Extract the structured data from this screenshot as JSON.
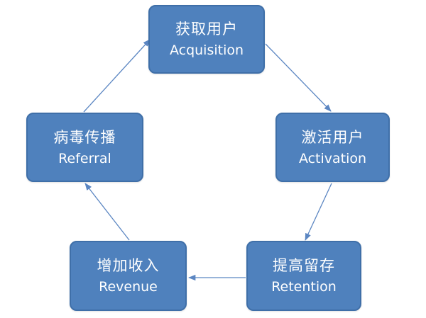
{
  "diagram": {
    "nodes": [
      {
        "id": "acquisition",
        "zh": "获取用户",
        "en": "Acquisition"
      },
      {
        "id": "activation",
        "zh": "激活用户",
        "en": "Activation"
      },
      {
        "id": "retention",
        "zh": "提高留存",
        "en": "Retention"
      },
      {
        "id": "revenue",
        "zh": "增加收入",
        "en": "Revenue"
      },
      {
        "id": "referral",
        "zh": "病毒传播",
        "en": "Referral"
      }
    ],
    "edges": [
      {
        "from": "acquisition",
        "to": "activation"
      },
      {
        "from": "activation",
        "to": "retention"
      },
      {
        "from": "retention",
        "to": "revenue"
      },
      {
        "from": "revenue",
        "to": "referral"
      },
      {
        "from": "referral",
        "to": "acquisition"
      }
    ],
    "colors": {
      "node_fill": "#4f81bd",
      "node_border": "#3f6fa8",
      "arrow": "#5b86c2",
      "text": "#ffffff"
    }
  }
}
